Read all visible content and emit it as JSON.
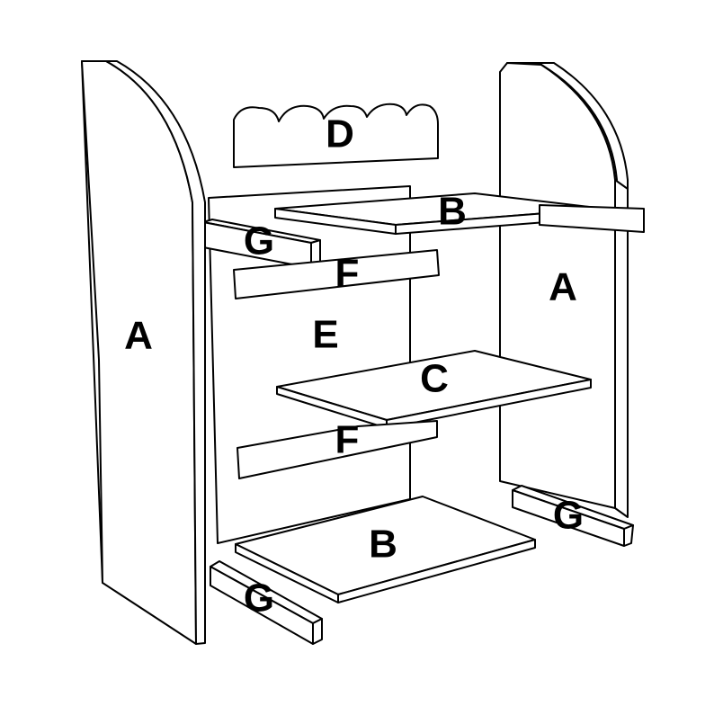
{
  "labels": {
    "side_left": "A",
    "side_right": "A",
    "top_shelf": "B",
    "bottom_shelf": "B",
    "middle_shelf": "C",
    "crown": "D",
    "back_panel": "E",
    "rail_upper": "F",
    "rail_lower": "F",
    "cleat_top": "G",
    "cleat_bottom_left": "G",
    "cleat_bottom_right": "G"
  }
}
